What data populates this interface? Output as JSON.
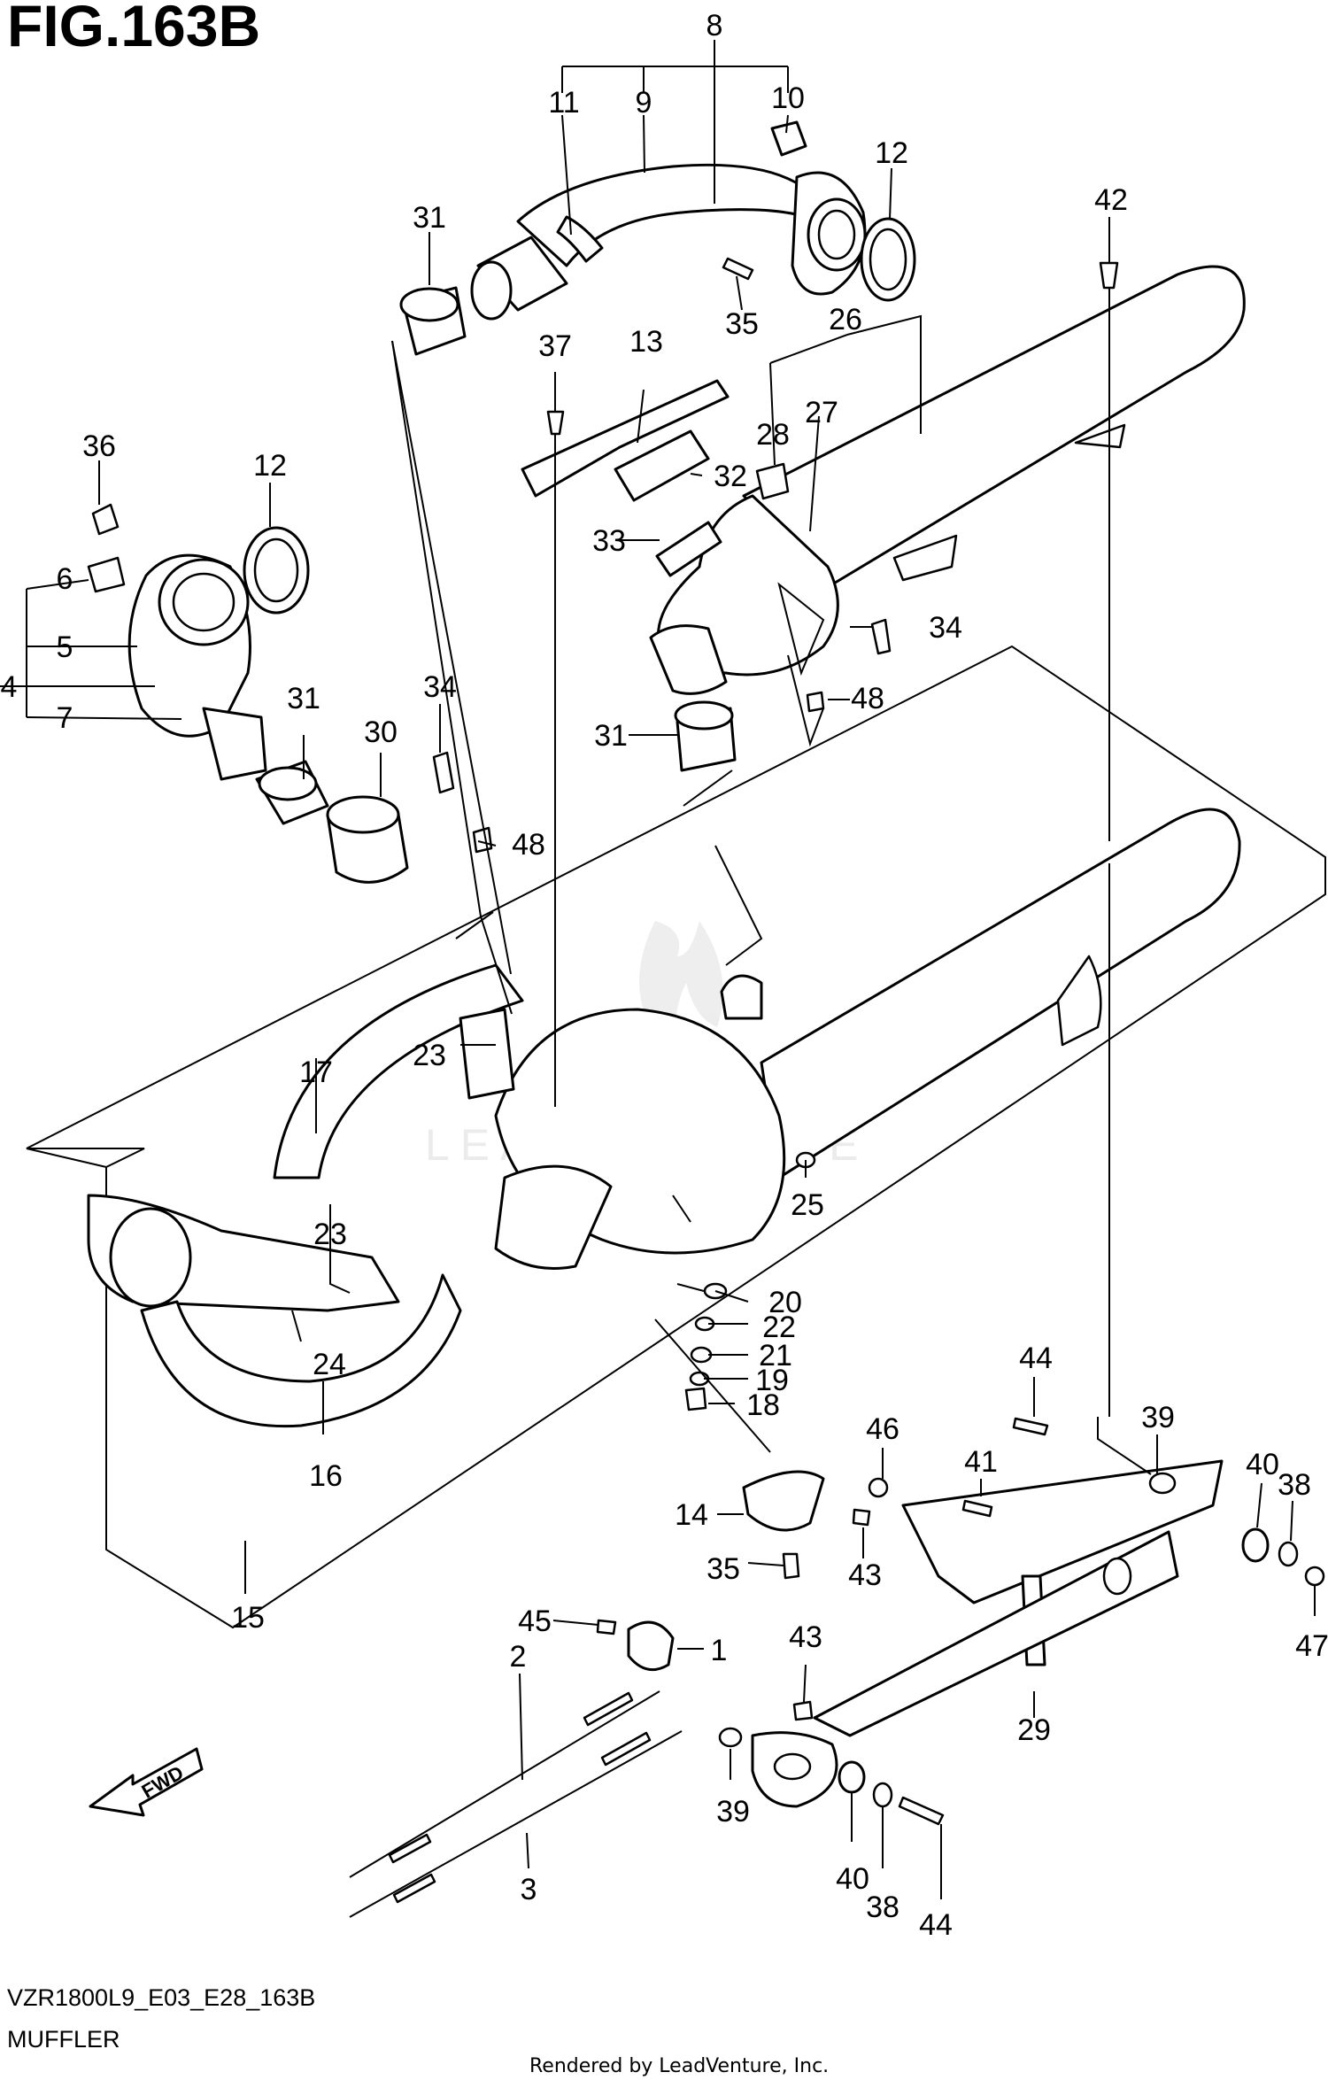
{
  "figure": {
    "title": "FIG.163B",
    "code": "VZR1800L9_E03_E28_163B",
    "name": "MUFFLER",
    "credit": "Rendered by LeadVenture, Inc.",
    "watermark": "LEADVENTURE",
    "direction_label": "FWD"
  },
  "callouts": [
    {
      "id": "c8",
      "label": "8"
    },
    {
      "id": "c11",
      "label": "11"
    },
    {
      "id": "c9",
      "label": "9"
    },
    {
      "id": "c10",
      "label": "10"
    },
    {
      "id": "c12a",
      "label": "12"
    },
    {
      "id": "c31a",
      "label": "31"
    },
    {
      "id": "c42",
      "label": "42"
    },
    {
      "id": "c35a",
      "label": "35"
    },
    {
      "id": "c26",
      "label": "26"
    },
    {
      "id": "c37",
      "label": "37"
    },
    {
      "id": "c13",
      "label": "13"
    },
    {
      "id": "c28",
      "label": "28"
    },
    {
      "id": "c27",
      "label": "27"
    },
    {
      "id": "c36",
      "label": "36"
    },
    {
      "id": "c12b",
      "label": "12"
    },
    {
      "id": "c32",
      "label": "32"
    },
    {
      "id": "c33",
      "label": "33"
    },
    {
      "id": "c6",
      "label": "6"
    },
    {
      "id": "c5",
      "label": "5"
    },
    {
      "id": "c4",
      "label": "4"
    },
    {
      "id": "c7",
      "label": "7"
    },
    {
      "id": "c34a",
      "label": "34"
    },
    {
      "id": "c31b",
      "label": "31"
    },
    {
      "id": "c34b",
      "label": "34"
    },
    {
      "id": "c48a",
      "label": "48"
    },
    {
      "id": "c31c",
      "label": "31"
    },
    {
      "id": "c30",
      "label": "30"
    },
    {
      "id": "c48b",
      "label": "48"
    },
    {
      "id": "c23a",
      "label": "23"
    },
    {
      "id": "c17",
      "label": "17"
    },
    {
      "id": "c25",
      "label": "25"
    },
    {
      "id": "c23b",
      "label": "23"
    },
    {
      "id": "c20",
      "label": "20"
    },
    {
      "id": "c22",
      "label": "22"
    },
    {
      "id": "c24",
      "label": "24"
    },
    {
      "id": "c21",
      "label": "21"
    },
    {
      "id": "c19",
      "label": "19"
    },
    {
      "id": "c18",
      "label": "18"
    },
    {
      "id": "c44a",
      "label": "44"
    },
    {
      "id": "c16",
      "label": "16"
    },
    {
      "id": "c39a",
      "label": "39"
    },
    {
      "id": "c46",
      "label": "46"
    },
    {
      "id": "c41",
      "label": "41"
    },
    {
      "id": "c40a",
      "label": "40"
    },
    {
      "id": "c38a",
      "label": "38"
    },
    {
      "id": "c14",
      "label": "14"
    },
    {
      "id": "c43a",
      "label": "43"
    },
    {
      "id": "c35b",
      "label": "35"
    },
    {
      "id": "c15",
      "label": "15"
    },
    {
      "id": "c47",
      "label": "47"
    },
    {
      "id": "c45",
      "label": "45"
    },
    {
      "id": "c1",
      "label": "1"
    },
    {
      "id": "c43b",
      "label": "43"
    },
    {
      "id": "c2",
      "label": "2"
    },
    {
      "id": "c29",
      "label": "29"
    },
    {
      "id": "c39b",
      "label": "39"
    },
    {
      "id": "c40b",
      "label": "40"
    },
    {
      "id": "c38b",
      "label": "38"
    },
    {
      "id": "c3",
      "label": "3"
    },
    {
      "id": "c44b",
      "label": "44"
    }
  ]
}
